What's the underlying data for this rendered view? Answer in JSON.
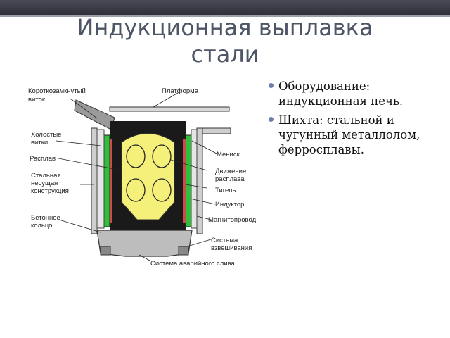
{
  "slide": {
    "title": "Индукционная выплавка стали",
    "bullets": [
      "Оборудование: индукционная печь.",
      "Шихта: стальной и чугунный металлолом, ферросплавы."
    ]
  },
  "diagram": {
    "labels": {
      "short_coil": [
        "Короткозамкнутый",
        "виток"
      ],
      "platform": "Платформа",
      "idle_turns": [
        "Холостые",
        "витки"
      ],
      "melt": "Расплав",
      "steel_structure": [
        "Стальная",
        "несущая",
        "конструкция"
      ],
      "concrete_ring": [
        "Бетонное",
        "кольцо"
      ],
      "meniscus": "Мениск",
      "melt_motion": [
        "Движение",
        "расплава"
      ],
      "crucible": "Тигель",
      "inductor": "Индуктор",
      "magnetic_core": "Магнитопровод",
      "weighing_system": [
        "Система",
        "взвешивания"
      ],
      "emergency_drain": "Система аварийного слива"
    },
    "colors": {
      "melt": "#f5f07a",
      "inductor": "#2fbf3a",
      "inductor_inner": "#d14a4a",
      "lining": "#1a1a1a",
      "structure": "#8a8a8a"
    }
  }
}
